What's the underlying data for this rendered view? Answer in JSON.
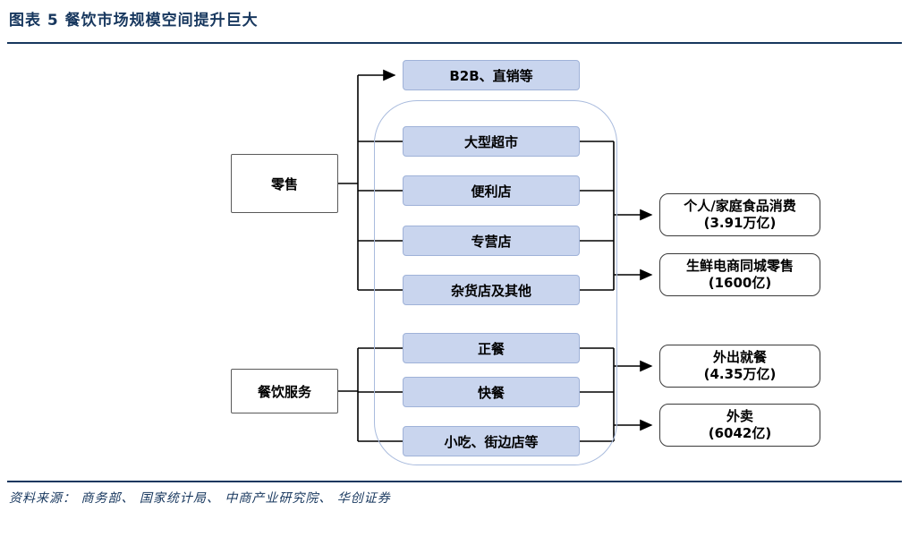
{
  "title": "图表 5  餐饮市场规模空间提升巨大",
  "source": "资料来源： 商务部、 国家统计局、 中商产业研究院、 华创证券",
  "colors": {
    "accent_navy": "#17375E",
    "channel_box_fill": "#C9D5EE",
    "channel_box_border": "#9FB2D8",
    "container_border": "#A9BBDD",
    "connector_line": "#000000"
  },
  "left": {
    "retail": "零售",
    "catering": "餐饮服务"
  },
  "channels": {
    "b2b": "B2B、直销等",
    "retail": [
      "大型超市",
      "便利店",
      "专营店",
      "杂货店及其他"
    ],
    "catering": [
      "正餐",
      "快餐",
      "小吃、街边店等"
    ]
  },
  "outcomes": [
    {
      "name": "个人/家庭食品消费",
      "value": "(3.91万亿)"
    },
    {
      "name": "生鲜电商同城零售",
      "value": "(1600亿)"
    },
    {
      "name": "外出就餐",
      "value": "(4.35万亿)"
    },
    {
      "name": "外卖",
      "value": "(6042亿)"
    }
  ]
}
